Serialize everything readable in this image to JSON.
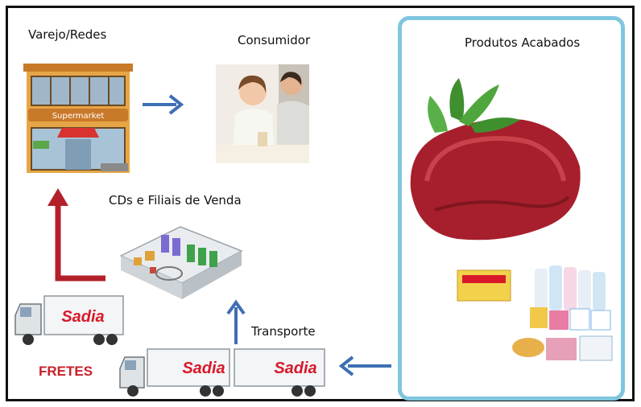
{
  "labels": {
    "retail": "Varejo/Redes",
    "consumer": "Consumidor",
    "finished_products": "Produtos Acabados",
    "distribution": "CDs e Filiais de Venda",
    "transport": "Transporte",
    "freight": "FRETES"
  },
  "brand": {
    "name": "Sadia",
    "store_sign": "Supermarket"
  },
  "colors": {
    "blue_arrow": "#3f6fb3",
    "red_arrow": "#b3202a",
    "freight_text": "#c8202a",
    "panel_border": "#7fc6df"
  }
}
